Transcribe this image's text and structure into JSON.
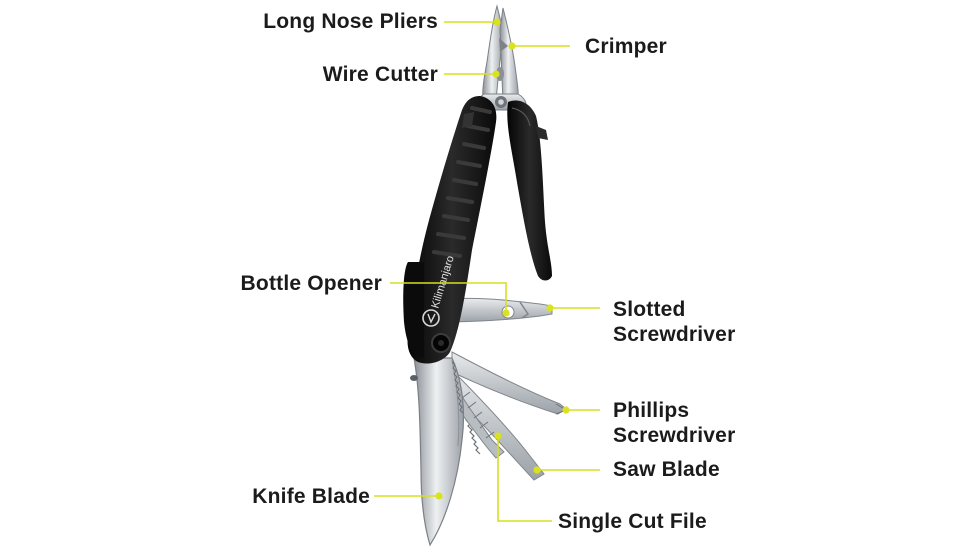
{
  "brand": {
    "name": "Kilimanjaro"
  },
  "colors": {
    "leader": "#d5e01f",
    "dot": "#d9e21e",
    "handle": "#141414",
    "steel": "#c9cdd2",
    "text": "#1b1b1b"
  },
  "labels": {
    "long_nose_pliers": "Long Nose Pliers",
    "crimper": "Crimper",
    "wire_cutter": "Wire Cutter",
    "bottle_opener": "Bottle Opener",
    "slotted_1": "Slotted",
    "slotted_2": "Screwdriver",
    "phillips_1": "Phillips",
    "phillips_2": "Screwdriver",
    "saw_blade": "Saw Blade",
    "knife_blade": "Knife Blade",
    "single_cut_file": "Single Cut File"
  }
}
